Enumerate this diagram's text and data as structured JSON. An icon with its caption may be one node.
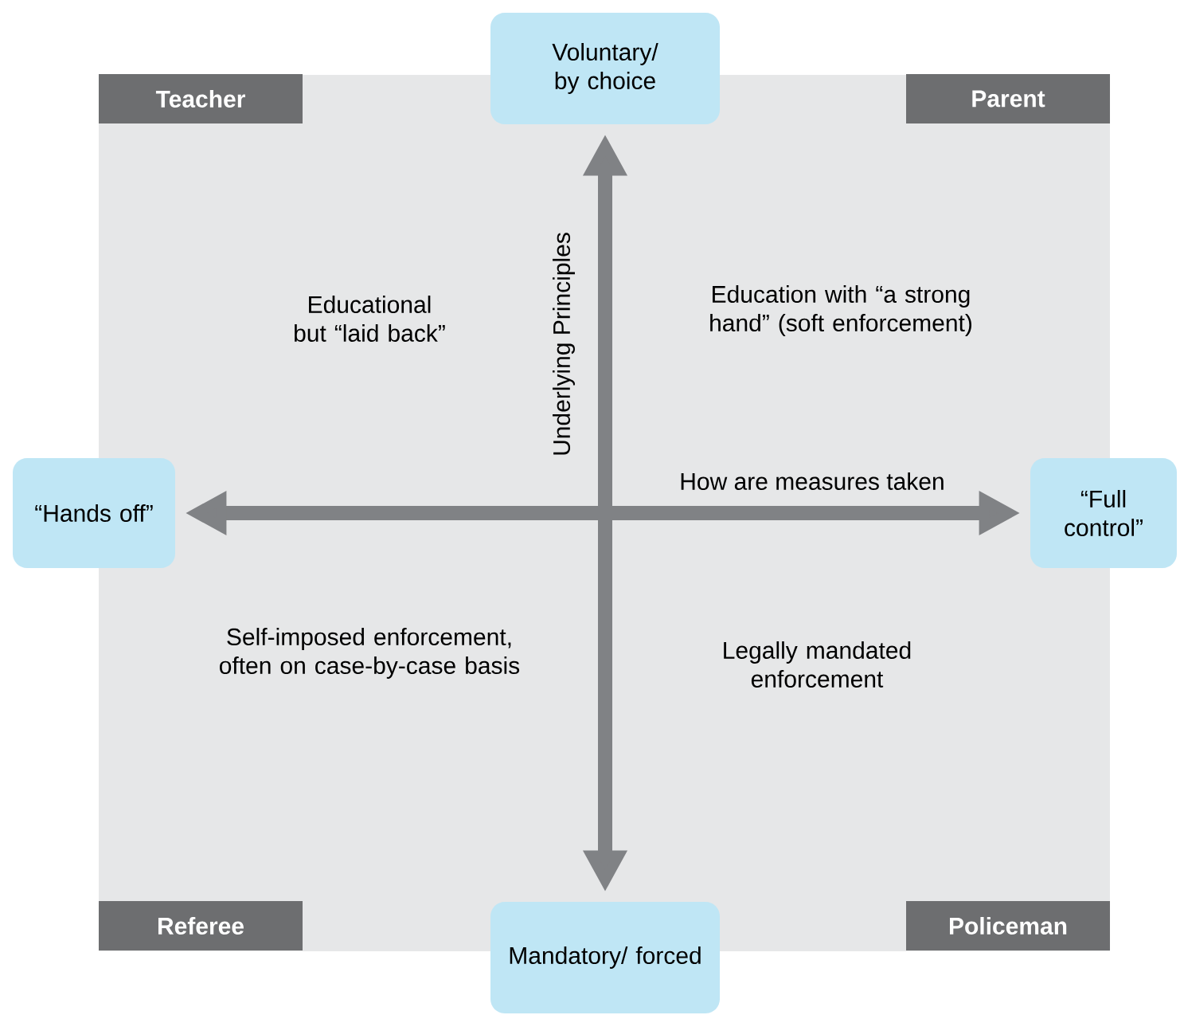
{
  "diagram": {
    "nodes": [
      {
        "text": [
          "Voluntary/ by choice"
        ]
      },
      {
        "text": [
          "Teacher"
        ]
      },
      {
        "text": [
          "Parent"
        ]
      },
      {
        "text": [
          "“Hands off”"
        ]
      },
      {
        "text": [
          "“Full control”"
        ]
      },
      {
        "text": [
          "Referee"
        ]
      },
      {
        "text": [
          "Mandatory/ forced"
        ]
      },
      {
        "text": [
          "Policeman"
        ]
      }
    ],
    "edges": [
      {
        "from": 0,
        "to": 6,
        "arrow": "both",
        "label": "Underlying Principles"
      },
      {
        "from": 3,
        "to": 4,
        "arrow": "both",
        "label": "How are measures taken"
      }
    ],
    "labels": [
      "Educational but “laid back”",
      "Education with “a strong hand” (soft enforcement)",
      "Self-imposed enforcement, often on case-by-case basis",
      "Legally mandated enforcement"
    ]
  }
}
